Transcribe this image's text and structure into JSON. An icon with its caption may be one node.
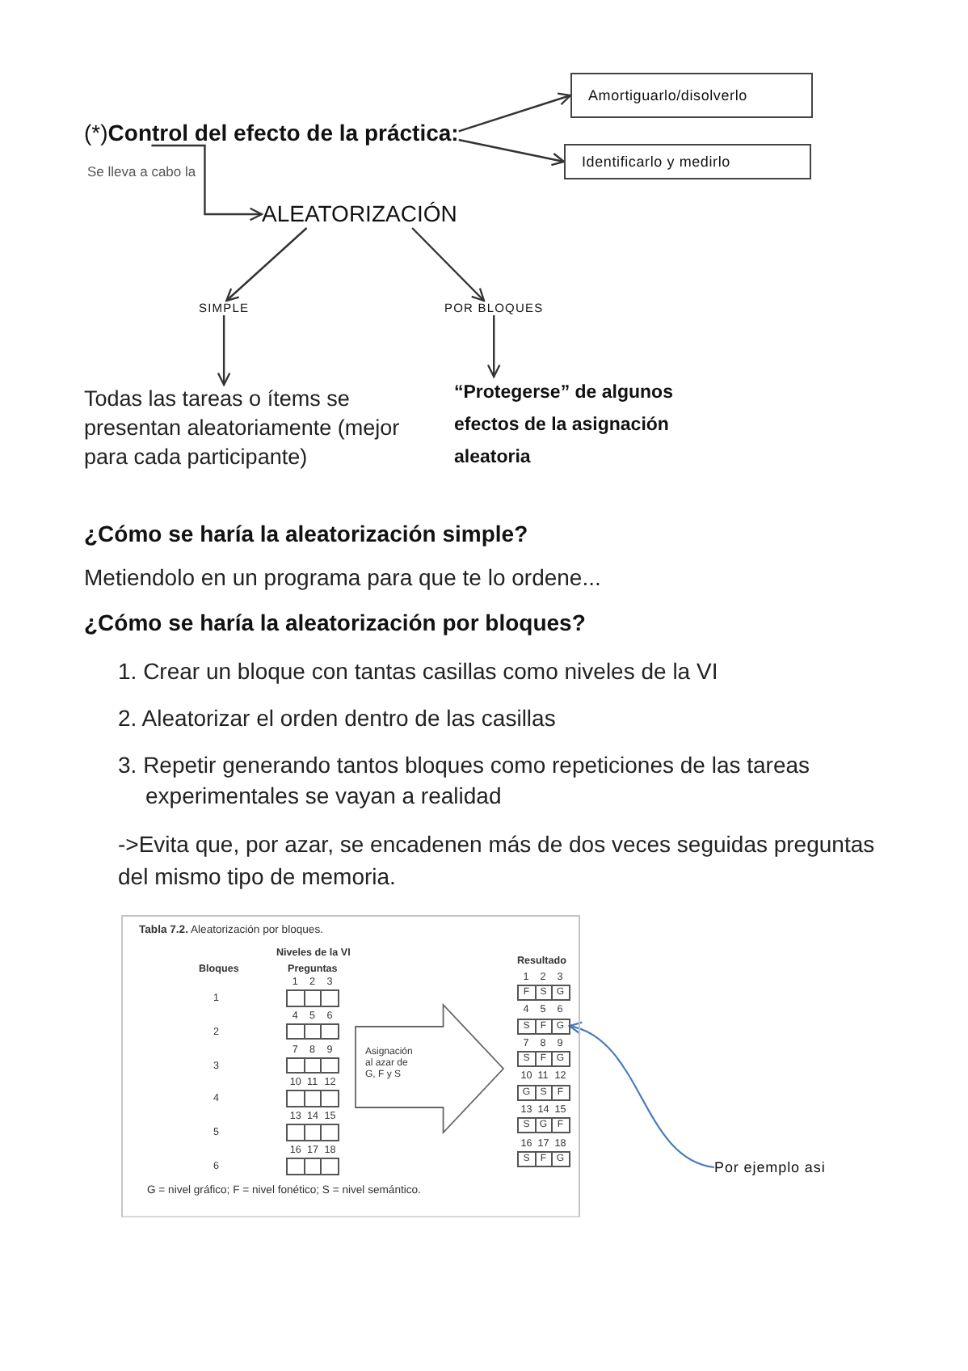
{
  "diagram": {
    "nodes": [
      {
        "text": [
          "(*)**Control del efecto de la práctica:**"
        ]
      },
      {
        "text": [
          "Amortiguarlo/disolverlo"
        ]
      },
      {
        "text": [
          "Identificarlo y medirlo"
        ]
      },
      {
        "text": [
          "ALEATORIZACIÓN"
        ]
      },
      {
        "text": [
          "SIMPLE"
        ]
      },
      {
        "text": [
          "POR BLOQUES"
        ]
      },
      {
        "text": [
          "Todas las tareas o ítems se presentan aleatoriamente (mejor para cada participante)"
        ]
      },
      {
        "text": [
          "“Protegerse” de algunos efectos de la asignación aleatoria"
        ]
      },
      {
        "text": [
          "**Tabla 7.2.** Aleatorización por bloques.",
          "G = nivel gráfico; F = nivel fonético; S = nivel semántico."
        ]
      },
      {
        "text": [
          "Asignación al azar de G, F y S"
        ],
        "in": 8
      },
      {
        "text": [],
        "shape": "box",
        "in": 8
      },
      {
        "text": [],
        "shape": "box",
        "in": 8
      },
      {
        "text": [],
        "shape": "box",
        "in": 8
      },
      {
        "text": [
          "F"
        ],
        "in": 8
      },
      {
        "text": [
          "S"
        ],
        "in": 8
      },
      {
        "text": [
          "G"
        ],
        "in": 8
      },
      {
        "text": [],
        "shape": "box",
        "in": 8
      },
      {
        "text": [],
        "shape": "box",
        "in": 8
      },
      {
        "text": [],
        "shape": "box",
        "in": 8
      },
      {
        "text": [
          "S"
        ],
        "in": 8
      },
      {
        "text": [
          "F"
        ],
        "in": 8
      },
      {
        "text": [
          "G"
        ],
        "in": 8
      },
      {
        "text": [],
        "shape": "box",
        "in": 8
      },
      {
        "text": [],
        "shape": "box",
        "in": 8
      },
      {
        "text": [],
        "shape": "box",
        "in": 8
      },
      {
        "text": [
          "S"
        ],
        "in": 8
      },
      {
        "text": [
          "F"
        ],
        "in": 8
      },
      {
        "text": [
          "G"
        ],
        "in": 8
      },
      {
        "text": [],
        "shape": "box",
        "in": 8
      },
      {
        "text": [],
        "shape": "box",
        "in": 8
      },
      {
        "text": [],
        "shape": "box",
        "in": 8
      },
      {
        "text": [
          "G"
        ],
        "in": 8
      },
      {
        "text": [
          "S"
        ],
        "in": 8
      },
      {
        "text": [
          "F"
        ],
        "in": 8
      },
      {
        "text": [],
        "shape": "box",
        "in": 8
      },
      {
        "text": [],
        "shape": "box",
        "in": 8
      },
      {
        "text": [],
        "shape": "box",
        "in": 8
      },
      {
        "text": [
          "S"
        ],
        "in": 8
      },
      {
        "text": [
          "G"
        ],
        "in": 8
      },
      {
        "text": [
          "F"
        ],
        "in": 8
      },
      {
        "text": [],
        "shape": "box",
        "in": 8
      },
      {
        "text": [],
        "shape": "box",
        "in": 8
      },
      {
        "text": [],
        "shape": "box",
        "in": 8
      },
      {
        "text": [
          "S"
        ],
        "in": 8
      },
      {
        "text": [
          "F"
        ],
        "in": 8
      },
      {
        "text": [
          "G"
        ],
        "in": 8
      },
      {
        "text": [
          "Por ejemplo asi"
        ]
      }
    ],
    "edges": [
      {
        "from": 0,
        "to": 1,
        "arrow": "to"
      },
      {
        "from": 0,
        "to": 2,
        "arrow": "to"
      },
      {
        "from": 0,
        "to": 3,
        "arrow": "to",
        "label": "Se lleva a cabo la"
      },
      {
        "from": 3,
        "to": 4,
        "arrow": "to"
      },
      {
        "from": 3,
        "to": 5,
        "arrow": "to"
      },
      {
        "from": 4,
        "to": 6,
        "arrow": "to"
      },
      {
        "from": 5,
        "to": 7,
        "arrow": "to"
      },
      {
        "from": 46,
        "to": 21,
        "arrow": "to",
        "color": "#4a7ebb"
      }
    ],
    "labels": [
      "¿Cómo se haría la aleatorización simple?",
      "Metiendolo en un programa para que te lo ordene...",
      "¿Cómo se haría la aleatorización por bloques?",
      "1. Crear un bloque con tantas casillas como niveles de la VI",
      "2. Aleatorizar el orden dentro de las casillas",
      "3. Repetir generando tantos bloques como repeticiones de las tareas experimentales se vayan a realidad",
      "->Evita que, por azar, se encadenen más de dos veces seguidas preguntas del mismo tipo de memoria.",
      "Niveles de la VI",
      "Resultado",
      "Bloques",
      "Preguntas",
      "1",
      "2",
      "3",
      "1",
      "2",
      "3",
      "1",
      "4",
      "5",
      "6",
      "4",
      "5",
      "6",
      "2",
      "7",
      "8",
      "9",
      "7",
      "8",
      "9",
      "3",
      "10",
      "11",
      "12",
      "10",
      "11",
      "12",
      "4",
      "13",
      "14",
      "15",
      "13",
      "14",
      "15",
      "5",
      "16",
      "17",
      "18",
      "16",
      "17",
      "18",
      "6"
    ]
  }
}
